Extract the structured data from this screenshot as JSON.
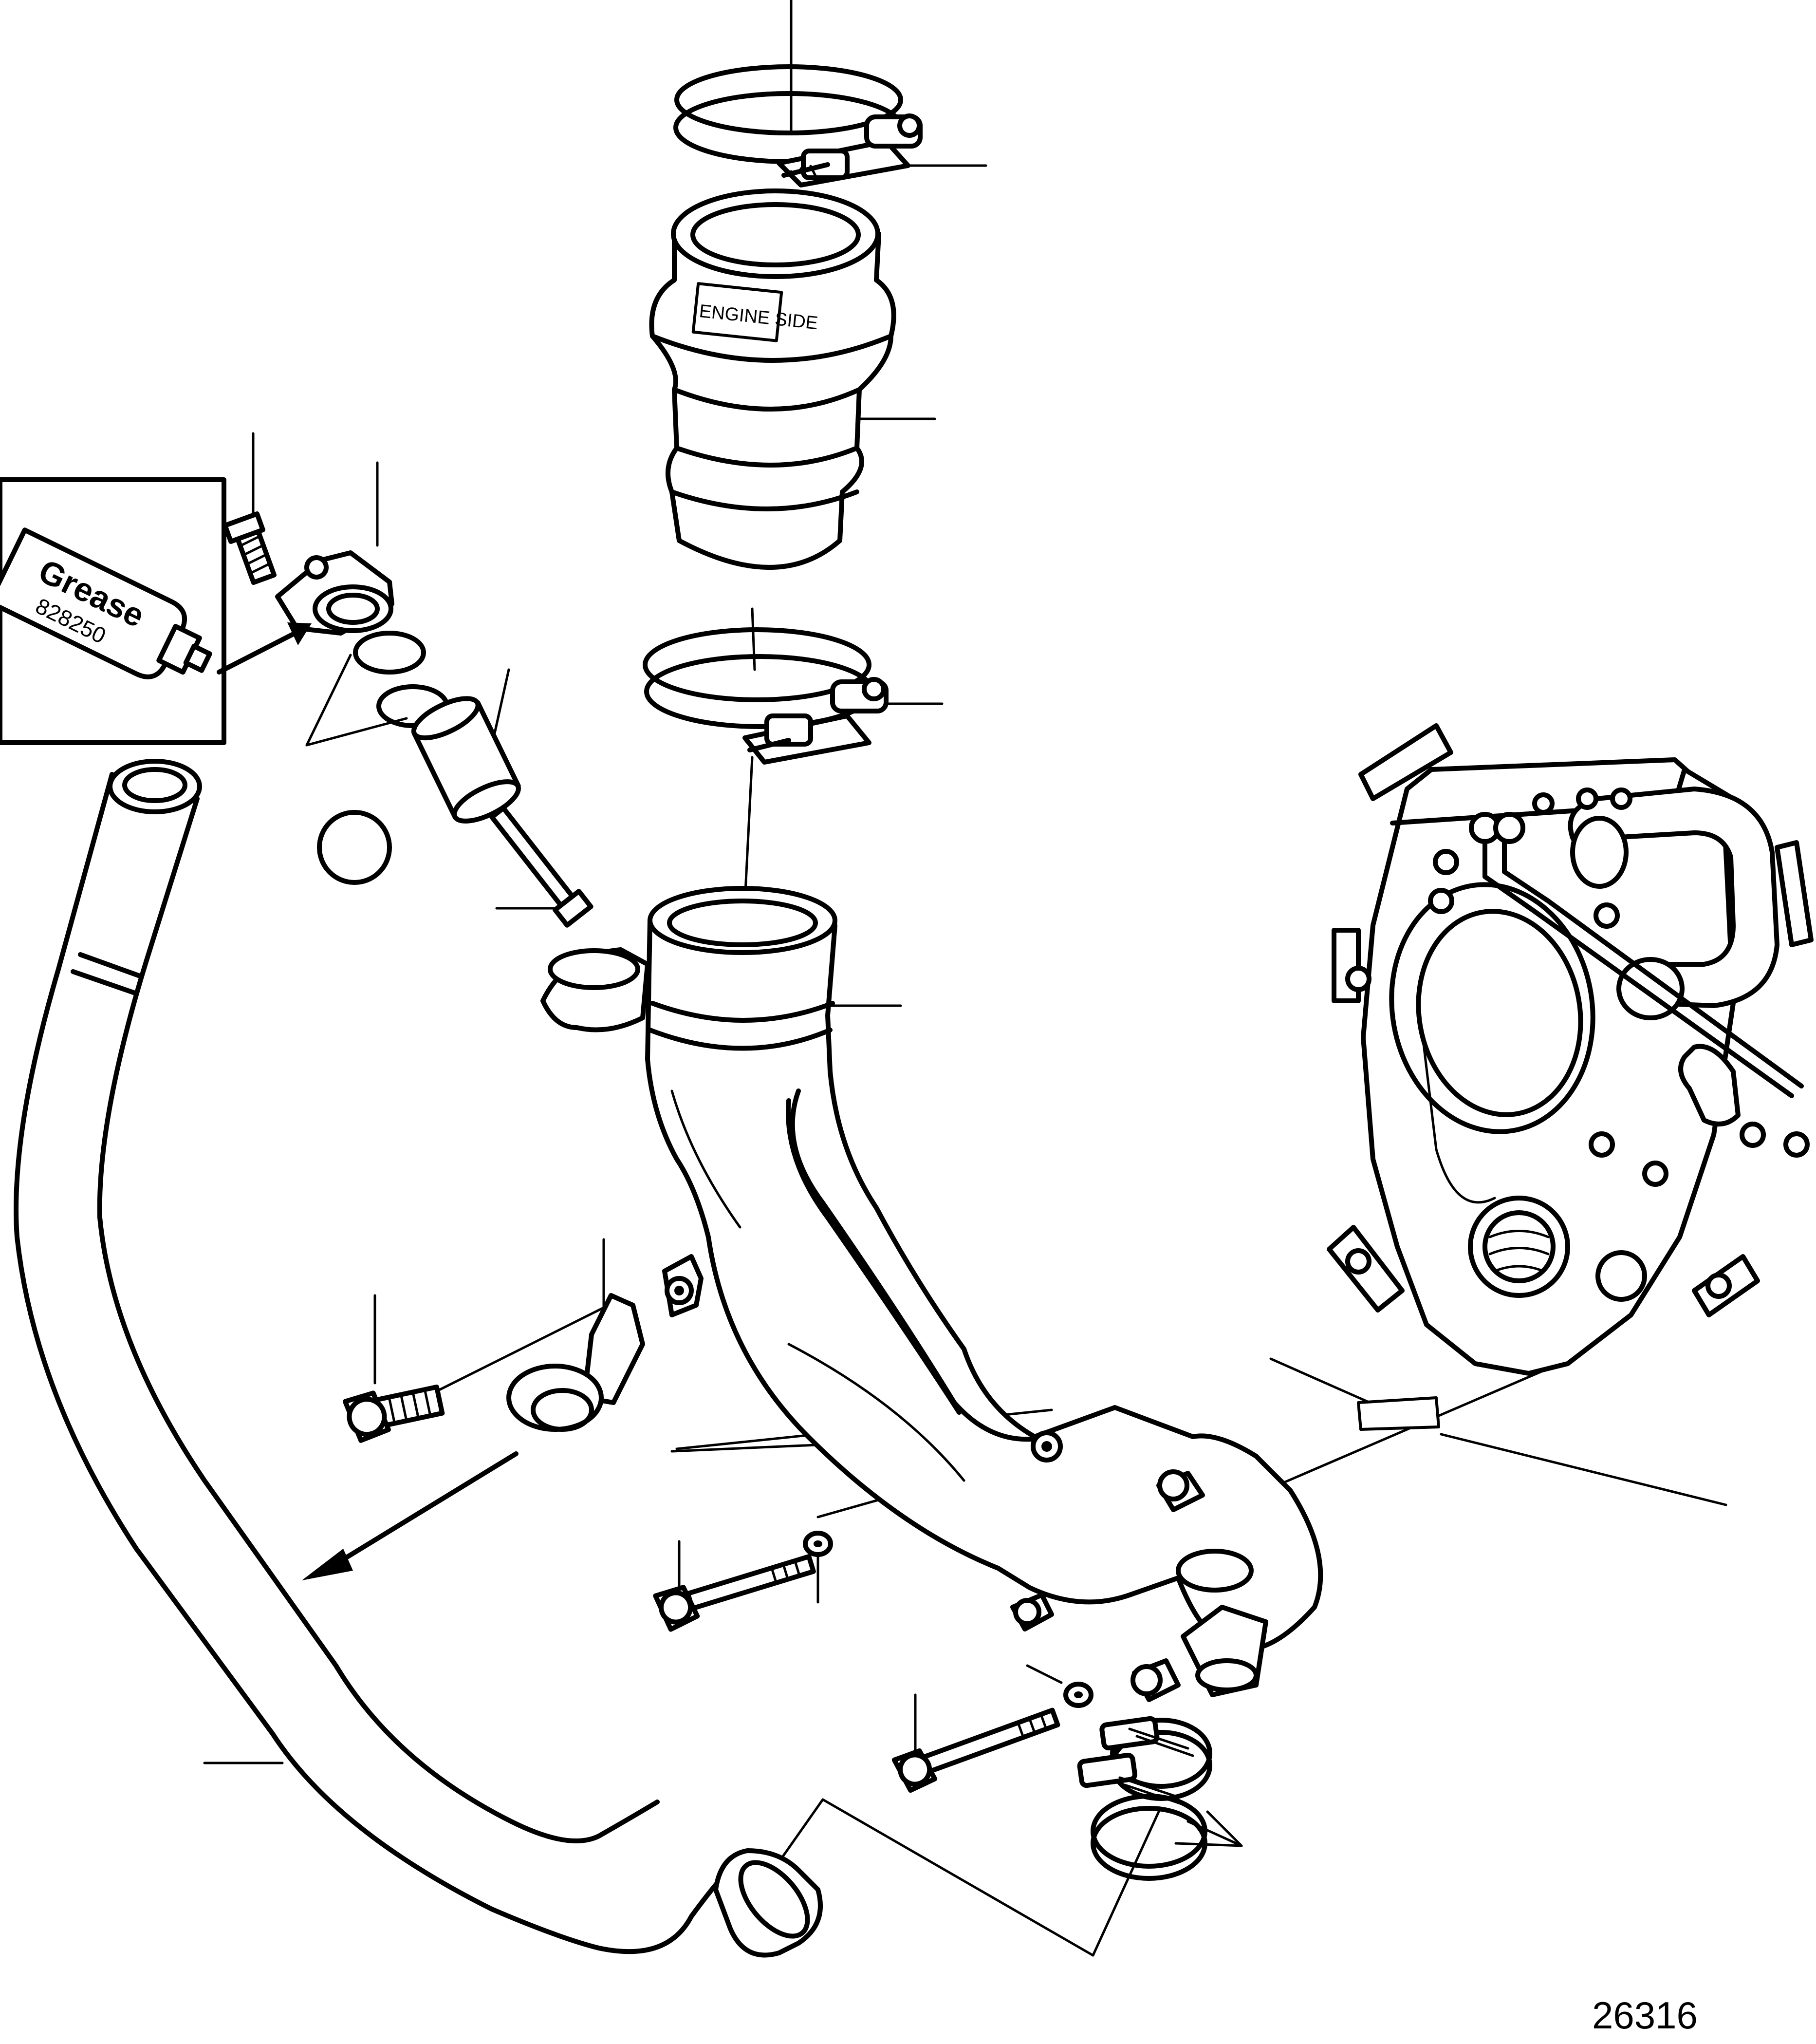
{
  "labels": {
    "grease_title": "Grease",
    "grease_part_no": "828250",
    "pipe_marking": "ENGINE SIDE",
    "figure_number": "26316"
  }
}
